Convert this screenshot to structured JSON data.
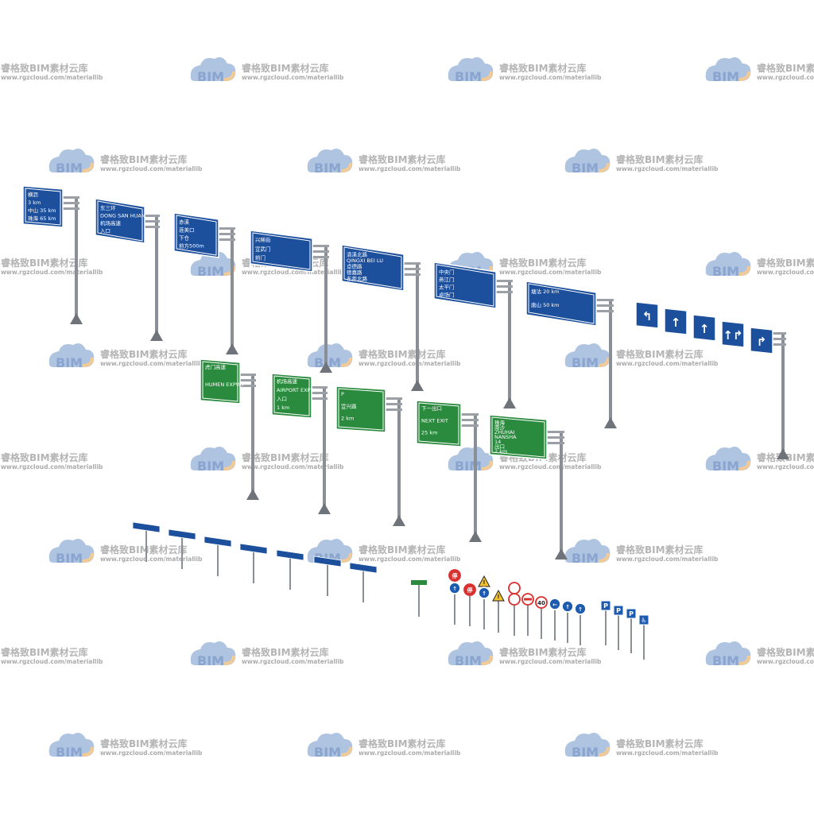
{
  "watermark": {
    "brand": "BIM",
    "title": "睿格致BIM素材云库",
    "url": "www.rgzcloud.com/materiallib",
    "cloud_color": "#6f95c8",
    "accent_color": "#e9a040"
  },
  "colors": {
    "blue_sign": "#1c4f9c",
    "green_sign": "#2a8a3e",
    "pole": "#8a8f96",
    "sign_border": "#ffffff"
  },
  "signs_blue": [
    {
      "lines": [
        "横沥",
        "3 km",
        "中山 35 km",
        "珠海 65 km"
      ]
    },
    {
      "lines": [
        "东三环",
        "DONG SAN HUAN",
        "机场高速",
        "入口"
      ]
    },
    {
      "lines": [
        "赤溪",
        "莲美口",
        "下仓",
        "前方500m"
      ]
    },
    {
      "lines": [
        "兴稀街",
        "宣武门",
        "前门"
      ]
    },
    {
      "lines": [
        "清溪北路",
        "QINGXI BEI LU",
        "卓德路",
        "德嘉路",
        "东莞北路"
      ]
    },
    {
      "lines": [
        "中央门",
        "燕江门",
        "太平门",
        "卓场门"
      ]
    },
    {
      "lines": [
        "塘沽 20 km",
        "唐山 50 km"
      ]
    }
  ],
  "signs_green": [
    {
      "lines": [
        "虎门高速",
        "HUMEN EXPWY"
      ]
    },
    {
      "lines": [
        "机场高速",
        "AIRPORT EXPWY",
        "入口",
        "1 km"
      ]
    },
    {
      "lines": [
        "P",
        "宣兴路",
        "2 km"
      ]
    },
    {
      "lines": [
        "下一出口",
        "NEXT EXIT",
        "25 km"
      ]
    },
    {
      "lines": [
        "珠海",
        "南沙",
        "ZHUHAI",
        "NANSHA",
        "14",
        "出口",
        "2 km"
      ]
    }
  ],
  "lane_arrows": [
    "↰",
    "↑",
    "↑",
    "↑↱",
    "↱"
  ],
  "small_signs": {
    "speed": "40",
    "stop": "停",
    "parking": "P"
  }
}
